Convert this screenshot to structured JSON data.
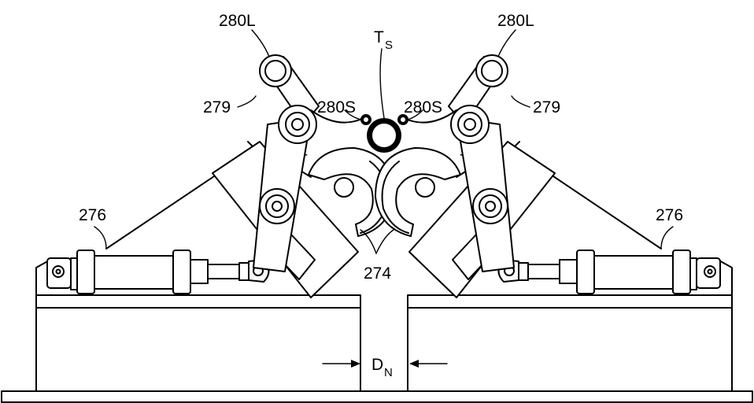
{
  "labels": {
    "roller_large_left": "280L",
    "roller_large_right": "280L",
    "roller_small_left": "280S",
    "roller_small_right": "280S",
    "arm_left": "279",
    "arm_right": "279",
    "cylinder_left": "276",
    "cylinder_right": "276",
    "cams": "274",
    "tubing_main": "T",
    "tubing_sub": "S",
    "gap_main": "D",
    "gap_sub": "N"
  }
}
